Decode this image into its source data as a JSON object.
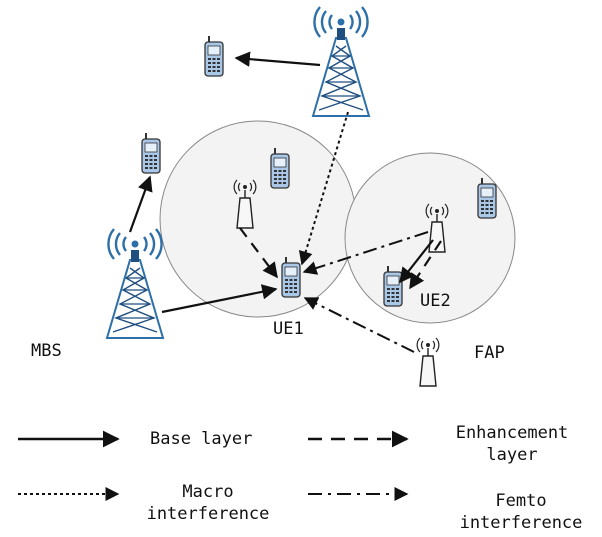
{
  "nodes": {
    "mbs": "MBS",
    "fap": "FAP",
    "ue1": "UE1",
    "ue2": "UE2"
  },
  "legend": {
    "base_layer": "Base layer",
    "enhancement_layer_1": "Enhancement",
    "enhancement_layer_2": "layer",
    "macro_interference_1": "Macro",
    "macro_interference_2": "interference",
    "femto_interference_1": "Femto",
    "femto_interference_2": "interference"
  },
  "colors": {
    "ink": "#111111",
    "tower_steel": "#2d6fa8",
    "phone_fill": "#a9c8e8",
    "circle_fill": "#f3f3f3",
    "circle_stroke": "#888888"
  },
  "icons": [
    "macro-base-station-icon",
    "femto-access-point-icon",
    "mobile-phone-icon",
    "signal-waves-icon"
  ]
}
